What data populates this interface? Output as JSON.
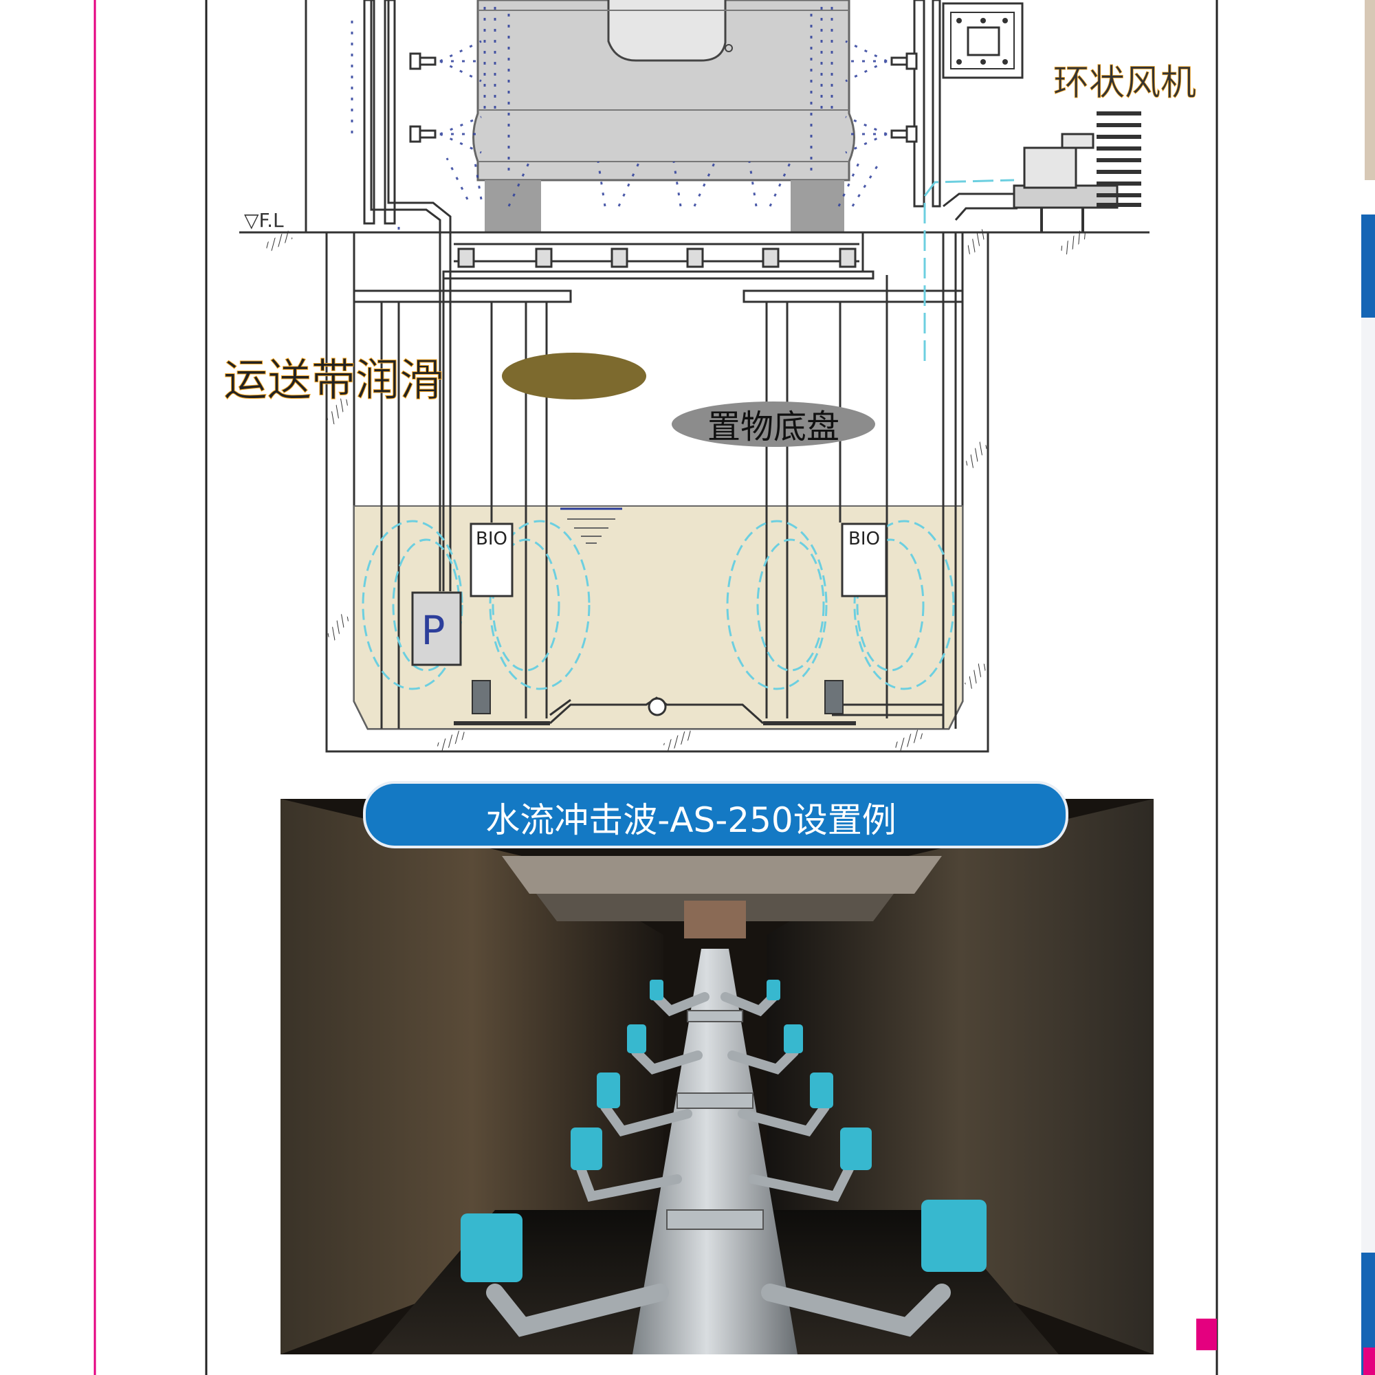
{
  "labels": {
    "ring_blower": "环状风机",
    "conveyor_lube": "运送带润滑",
    "tray": "置物底盘",
    "floor_level": "▽F.L",
    "pump": "P",
    "bio_left": "BIO",
    "bio_right": "BIO"
  },
  "photo": {
    "banner": "水流冲击波-AS-250设置例"
  },
  "colors": {
    "page_border_magenta": "#e4007f",
    "tank_liquid": "#ece4cc",
    "spray_blue": "#2c3e9b",
    "flow_cyan": "#6ccfe0",
    "banner_blue": "#1479c4",
    "lube_olive": "#7d6a2e",
    "tray_grey": "#8c8c8c",
    "nozzle_cyan": "#37b8cf"
  }
}
